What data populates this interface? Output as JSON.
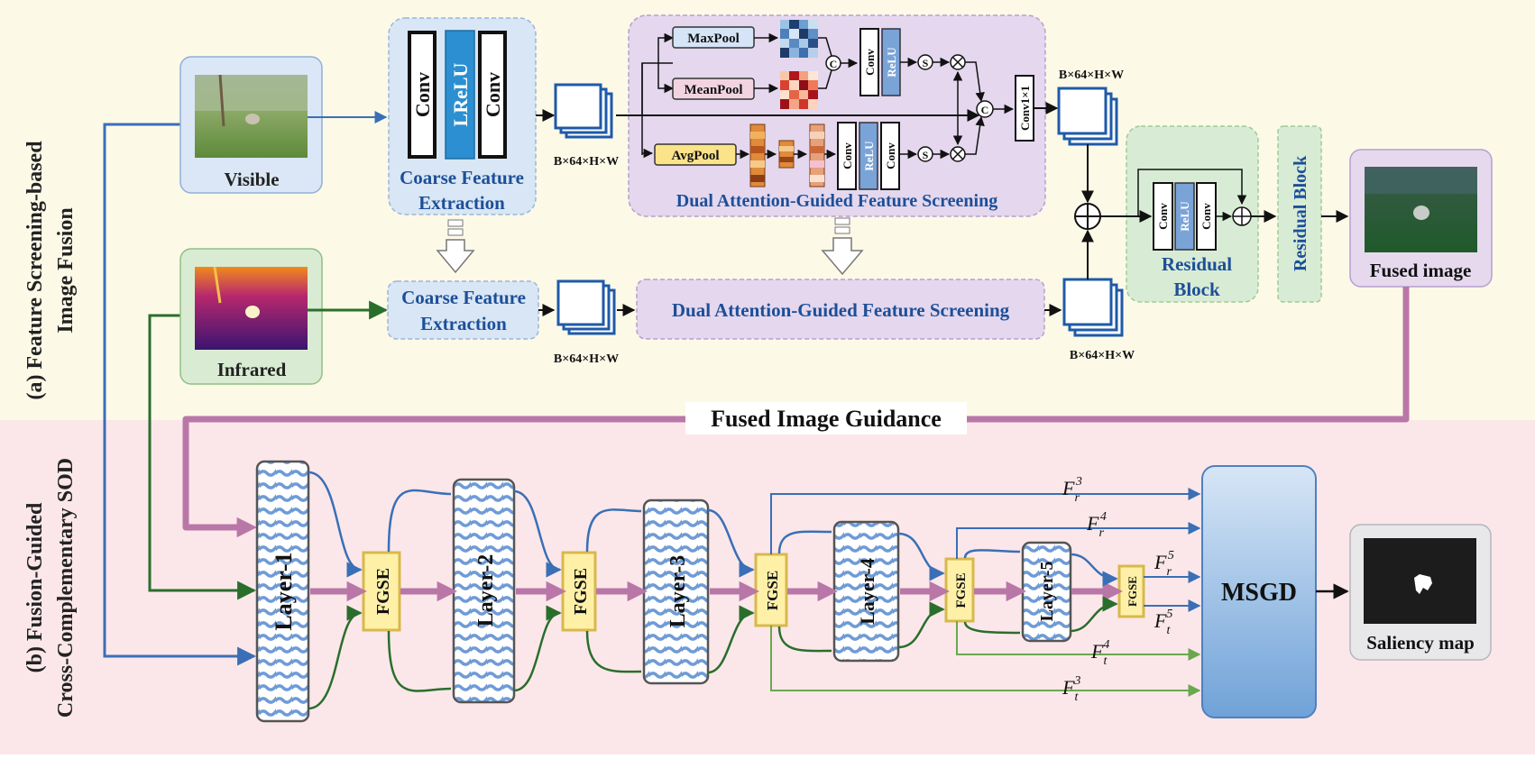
{
  "sections": {
    "a_label_line1": "(a) Feature Screening-based",
    "a_label_line2": "Image Fusion",
    "b_label_line1": "(b) Fusion-Guided",
    "b_label_line2": "Cross-Complementary SOD"
  },
  "inputs": {
    "visible_label": "Visible",
    "infrared_label": "Infrared",
    "fused_label": "Fused image",
    "saliency_label": "Saliency map"
  },
  "coarse": {
    "conv1": "Conv",
    "lrelu": "LReLU",
    "conv2": "Conv",
    "title_line1": "Coarse Feature",
    "title_line2": "Extraction"
  },
  "dims": {
    "vis_after_coarse": "B×64×H×W",
    "ir_after_coarse": "B×64×H×W",
    "vis_after_dags": "B×64×H×W",
    "ir_after_dags": "B×64×H×W"
  },
  "dags": {
    "maxpool": "MaxPool",
    "meanpool": "MeanPool",
    "avgpool": "AvgPool",
    "conv": "Conv",
    "relu": "ReLU",
    "c_symbol": "C",
    "s_symbol": "S",
    "conv1x1": "Conv1×1",
    "title": "Dual Attention-Guided Feature Screening"
  },
  "residual": {
    "conv": "Conv",
    "relu": "ReLU",
    "title_line1": "Residual",
    "title_line2": "Block",
    "vertical_title": "Residual Block"
  },
  "guidance_label": "Fused Image Guidance",
  "sod": {
    "layers": [
      "Layer-1",
      "Layer-2",
      "Layer-3",
      "Layer-4",
      "Layer-5"
    ],
    "fgse": "FGSE",
    "msgd": "MSGD",
    "f_r": "F",
    "sub_r": "r",
    "sub_t": "t",
    "sup3": "3",
    "sup4": "4",
    "sup5": "5"
  },
  "colors": {
    "top_bg": "#fcf9e7",
    "bottom_bg": "#fbe7ea",
    "visible_path": "#3a6fb6",
    "infrared_path": "#2a6e2c",
    "fused_path": "#b977a8",
    "title_blue": "#1d4f98",
    "fgse_fill": "#fff0a8",
    "fgse_stroke": "#d8b84a"
  }
}
